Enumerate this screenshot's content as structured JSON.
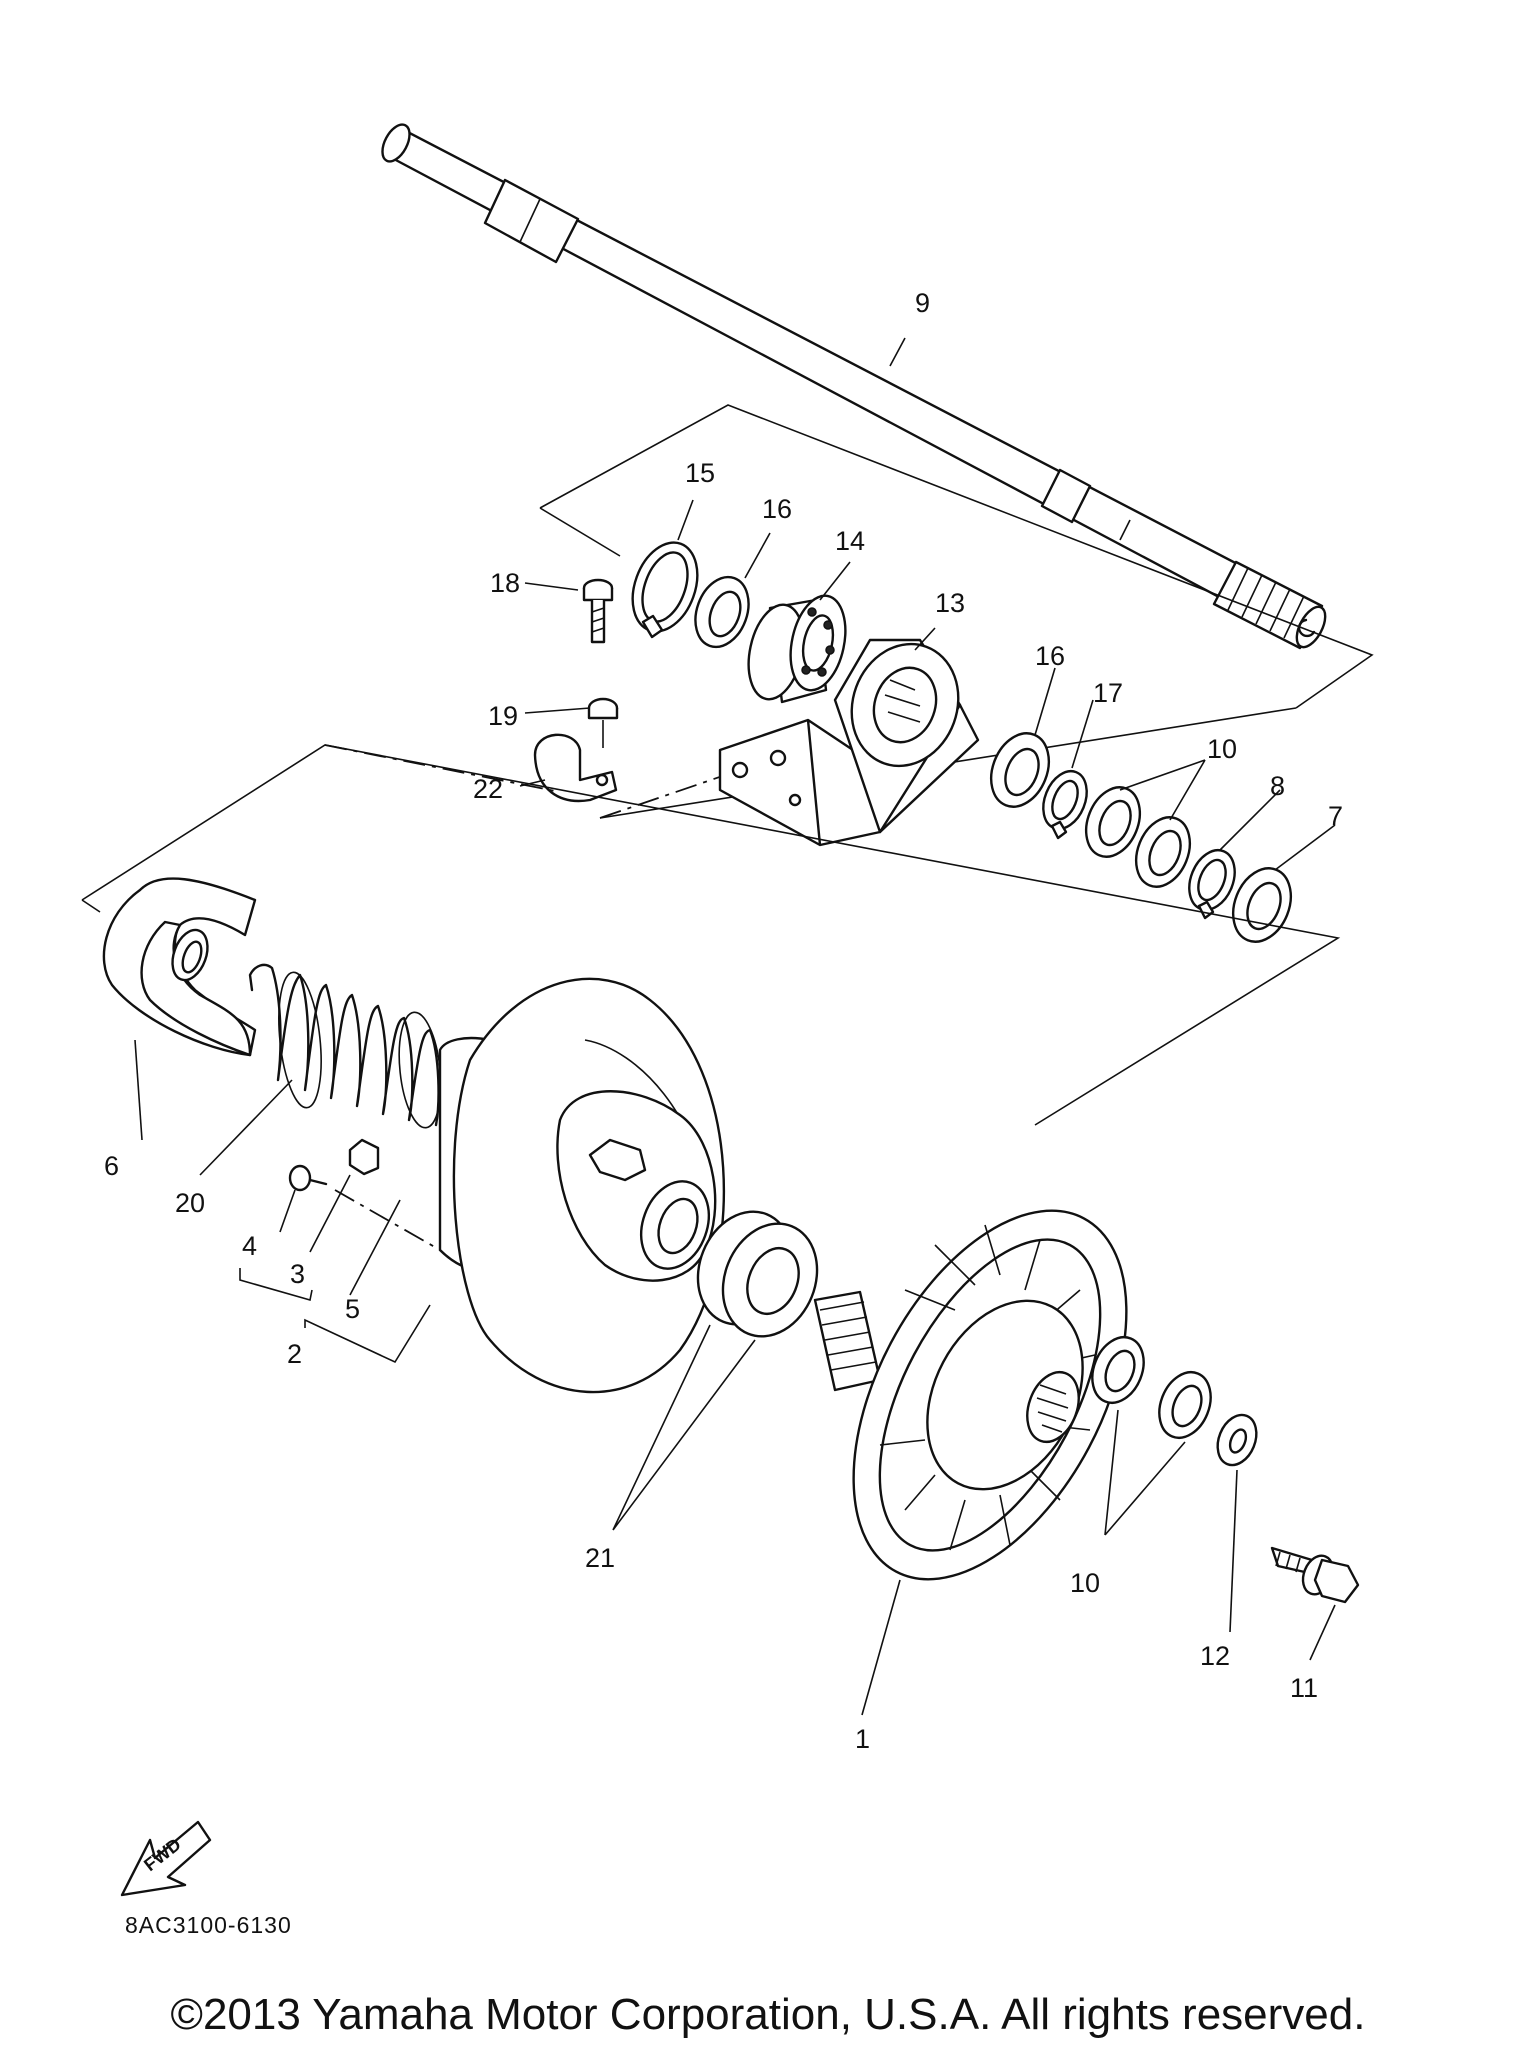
{
  "labels": {
    "l1": "1",
    "l2": "2",
    "l3": "3",
    "l4": "4",
    "l5": "5",
    "l6": "6",
    "l7": "7",
    "l8": "8",
    "l9": "9",
    "l10a": "10",
    "l10b": "10",
    "l11": "11",
    "l12": "12",
    "l13": "13",
    "l14": "14",
    "l15": "15",
    "l16a": "16",
    "l16b": "16",
    "l17": "17",
    "l18": "18",
    "l19": "19",
    "l20": "20",
    "l21": "21",
    "l22": "22"
  },
  "fwd_badge": "FWD",
  "drawing_code": "8AC3100-6130",
  "copyright": "©2013 Yamaha Motor Corporation, U.S.A. All rights reserved."
}
